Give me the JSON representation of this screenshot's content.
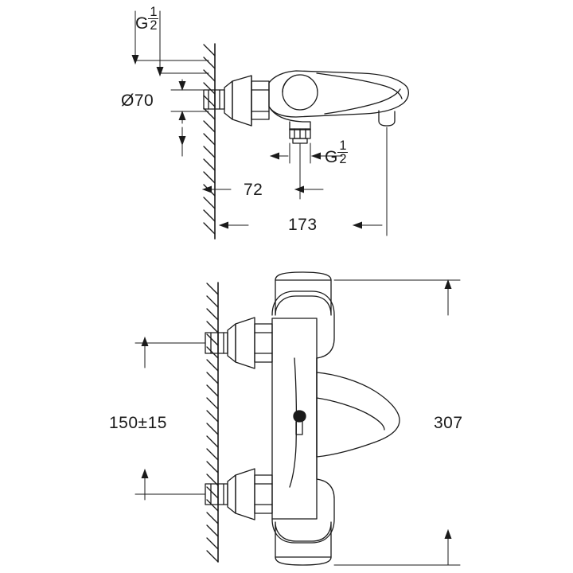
{
  "diagram": {
    "title": "Bath mixer technical drawing",
    "stroke_color": "#1a1a1a",
    "fill_color": "#ffffff",
    "background": "#ffffff",
    "views": [
      {
        "name": "top-view",
        "description": "Side section view of bath tub mixer with spout"
      },
      {
        "name": "front-view",
        "description": "Front elevation of thermostatic bath mixer"
      }
    ],
    "labels": {
      "g_half_top": {
        "prefix": "G",
        "numerator": "1",
        "denominator": "2"
      },
      "diameter_70": "Ø70",
      "g_half_mid": {
        "prefix": "G",
        "numerator": "1",
        "denominator": "2"
      },
      "dim_72": "72",
      "dim_173": "173",
      "dim_150_tol": "150±15",
      "dim_307": "307"
    }
  }
}
